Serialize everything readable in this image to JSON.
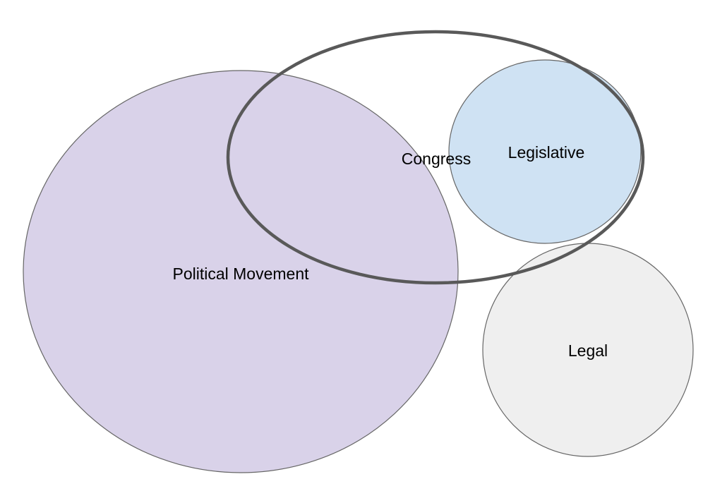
{
  "diagram": {
    "sets": [
      {
        "id": "political-movement",
        "label": "Political Movement",
        "fill": "#d9d2e9"
      },
      {
        "id": "legislative",
        "label": "Legislative",
        "fill": "#cfe2f3"
      },
      {
        "id": "legal",
        "label": "Legal",
        "fill": "#efefef"
      },
      {
        "id": "congress",
        "label": "Congress",
        "fill": "none",
        "stroke": "#595959"
      }
    ]
  }
}
